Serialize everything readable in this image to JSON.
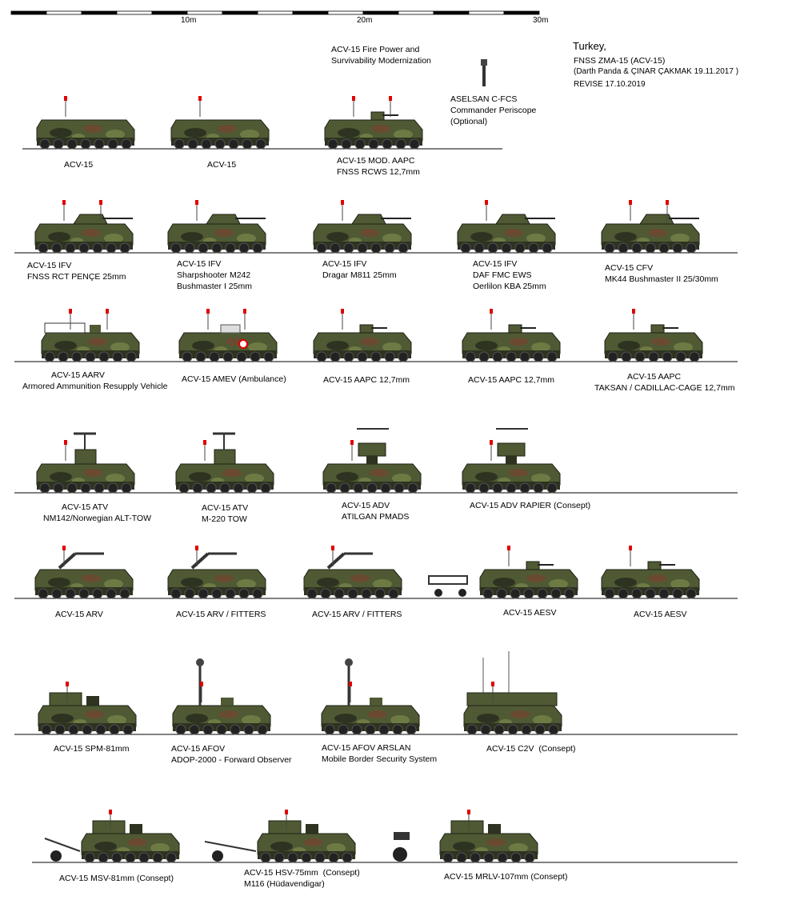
{
  "scale": {
    "labels": [
      "10m",
      "20m",
      "30m"
    ]
  },
  "header": {
    "country": "Turkey,",
    "model": "FNSS ZMA-15 (ACV-15)",
    "credits": "(Darth Panda & ÇINAR ÇAKMAK 19.11.2017 )",
    "revise": "REVISE 17.10.2019"
  },
  "rows": [
    {
      "vehicles": [
        {
          "id": "v01",
          "lines": [
            "ACV-15"
          ],
          "turret": "none",
          "flags": 1
        },
        {
          "id": "v02",
          "lines": [
            "ACV-15"
          ],
          "turret": "none",
          "flags": 1
        },
        {
          "id": "v03",
          "lines": [
            "ACV-15 MOD. AAPC",
            "FNSS RCWS 12,7mm"
          ],
          "top_lines": [
            "ACV-15 Fire Power and",
            "Survivability Modernization"
          ],
          "turret": "rcws",
          "flags": 2
        },
        {
          "id": "v04",
          "lines": [
            "ASELSAN C-FCS",
            "Commander Periscope",
            "(Optional)"
          ],
          "turret": "periscope",
          "flags": 0
        }
      ]
    },
    {
      "vehicles": [
        {
          "id": "v05",
          "lines": [
            "ACV-15 IFV",
            "FNSS RCT PENÇE 25mm"
          ],
          "turret": "ifv",
          "flags": 2
        },
        {
          "id": "v06",
          "lines": [
            "ACV-15 IFV",
            "Sharpshooter M242",
            "Bushmaster I 25mm"
          ],
          "turret": "ifv",
          "flags": 1
        },
        {
          "id": "v07",
          "lines": [
            "ACV-15 IFV",
            "Dragar M811 25mm"
          ],
          "turret": "ifv",
          "flags": 1
        },
        {
          "id": "v08",
          "lines": [
            "ACV-15 IFV",
            "DAF FMC EWS",
            "Oerlilon KBA 25mm"
          ],
          "turret": "ifv",
          "flags": 1
        },
        {
          "id": "v09",
          "lines": [
            "ACV-15 CFV",
            "MK44 Bushmaster II 25/30mm"
          ],
          "turret": "ifv",
          "flags": 2
        }
      ]
    },
    {
      "vehicles": [
        {
          "id": "v10",
          "lines": [
            "ACV-15 AARV",
            "Armored Ammunition Resupply Vehicle"
          ],
          "turret": "cage",
          "flags": 2
        },
        {
          "id": "v11",
          "lines": [
            "ACV-15 AMEV (Ambulance)"
          ],
          "turret": "ambulance",
          "flags": 2
        },
        {
          "id": "v12",
          "lines": [
            "ACV-15 AAPC 12,7mm"
          ],
          "turret": "mg",
          "flags": 1
        },
        {
          "id": "v13",
          "lines": [
            "ACV-15 AAPC 12,7mm"
          ],
          "turret": "mg",
          "flags": 1
        },
        {
          "id": "v14",
          "lines": [
            "ACV-15 AAPC",
            "TAKSAN / CADILLAC-CAGE 12,7mm"
          ],
          "turret": "mg",
          "flags": 1
        }
      ]
    },
    {
      "vehicles": [
        {
          "id": "v15",
          "lines": [
            "ACV-15 ATV",
            "NM142/Norwegian ALT-TOW"
          ],
          "turret": "tow",
          "flags": 1
        },
        {
          "id": "v16",
          "lines": [
            "ACV-15 ATV",
            "M-220 TOW"
          ],
          "turret": "tow",
          "flags": 1
        },
        {
          "id": "v17",
          "lines": [
            "ACV-15 ADV",
            "ATILGAN PMADS"
          ],
          "turret": "ad",
          "flags": 1
        },
        {
          "id": "v18",
          "lines": [
            "ACV-15 ADV RAPIER (Consept)"
          ],
          "turret": "ad",
          "flags": 1
        }
      ]
    },
    {
      "vehicles": [
        {
          "id": "v19",
          "lines": [
            "ACV-15 ARV"
          ],
          "turret": "crane",
          "flags": 1
        },
        {
          "id": "v20",
          "lines": [
            "ACV-15 ARV / FITTERS"
          ],
          "turret": "crane",
          "flags": 1
        },
        {
          "id": "v21",
          "lines": [
            "ACV-15 ARV / FITTERS"
          ],
          "turret": "crane",
          "flags": 1
        },
        {
          "id": "v22",
          "lines": [
            "ACV-15 AESV"
          ],
          "turret": "mg",
          "flags": 1
        },
        {
          "id": "v23",
          "lines": [
            "ACV-15 AESV"
          ],
          "turret": "mg",
          "flags": 1
        }
      ]
    },
    {
      "vehicles": [
        {
          "id": "v24",
          "lines": [
            "ACV-15 SPM-81mm"
          ],
          "turret": "mortar",
          "flags": 1
        },
        {
          "id": "v25",
          "lines": [
            "ACV-15 AFOV",
            "ADOP-2000 - Forward Observer"
          ],
          "turret": "mast",
          "flags": 1
        },
        {
          "id": "v26",
          "lines": [
            "ACV-15 AFOV ARSLAN",
            "Mobile Border Security System"
          ],
          "turret": "mast",
          "flags": 1
        },
        {
          "id": "v27",
          "lines": [
            "ACV-15 C2V  (Consept)"
          ],
          "turret": "c2v",
          "flags": 1
        }
      ]
    },
    {
      "vehicles": [
        {
          "id": "v28",
          "lines": [
            "ACV-15 MSV-81mm (Consept)"
          ],
          "turret": "mortar",
          "flags": 1
        },
        {
          "id": "v29",
          "lines": [
            "ACV-15 HSV-75mm  (Consept)",
            "M116 (Hüdavendigar)"
          ],
          "turret": "mortar",
          "flags": 1
        },
        {
          "id": "v30",
          "lines": [
            "ACV-15 MRLV-107mm (Consept)"
          ],
          "turret": "mortar",
          "flags": 1
        }
      ]
    }
  ],
  "colors": {
    "camo_base": "#4f5a34",
    "camo_dark": "#2d3320",
    "camo_light": "#6e7a44",
    "camo_brown": "#6a4a30",
    "flag_red": "#e00000",
    "ground_line": "#000000"
  }
}
